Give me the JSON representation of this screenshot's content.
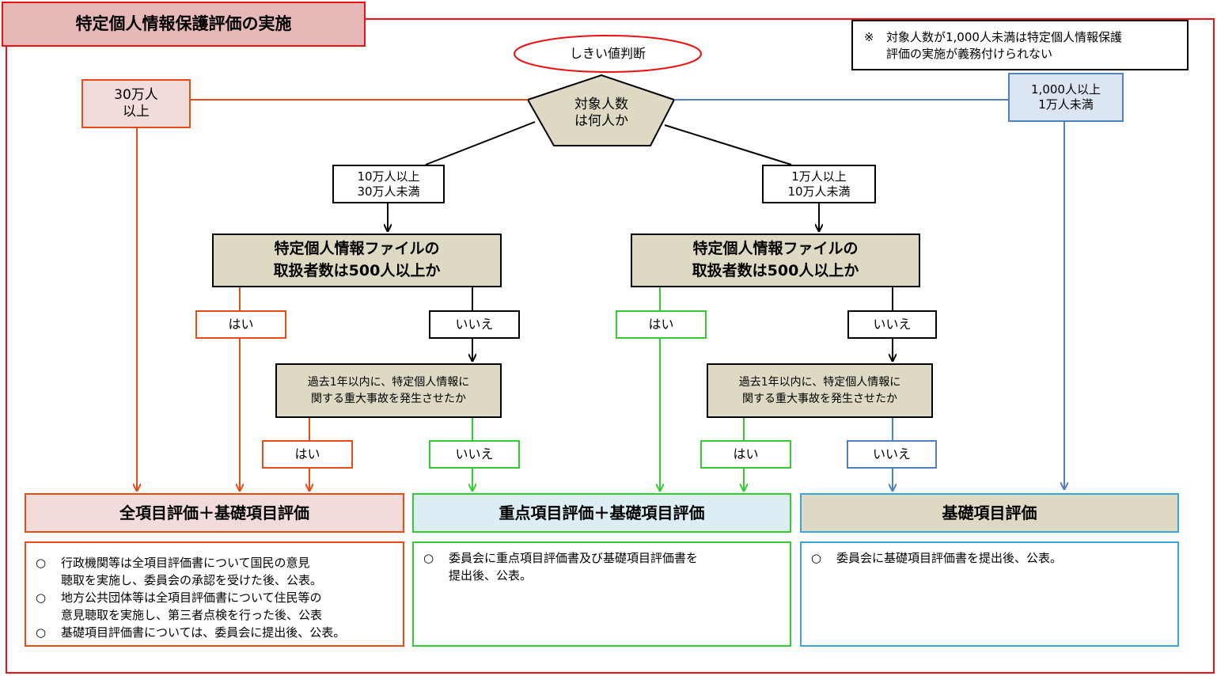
{
  "title": "特定個人情報保護評価の実施",
  "threshold_label": "しきい値判断",
  "start_question": [
    "対象人数",
    "は何人か"
  ],
  "note": {
    "mark": "※",
    "text": [
      "対象人数が1,000人未満は特定個人情報保護",
      "評価の実施が義務付けられない"
    ]
  },
  "ranges": {
    "over_300k": [
      "30万人",
      "以上"
    ],
    "r100k_300k": [
      "10万人以上",
      "30万人未満"
    ],
    "r10k_100k": [
      "1万人以上",
      "10万人未満"
    ],
    "r1k_10k": [
      "1,000人以上",
      "1万人未満"
    ]
  },
  "question_handlers": [
    "特定個人情報ファイルの",
    "取扱者数は500人以上か"
  ],
  "question_incident": [
    "過去1年以内に、特定個人情報に",
    "関する重大事故を発生させたか"
  ],
  "answers": {
    "yes": "はい",
    "no": "いいえ"
  },
  "results": {
    "full": "全項目評価＋基礎項目評価",
    "priority": "重点項目評価＋基礎項目評価",
    "basic": "基礎項目評価"
  },
  "descriptions": {
    "mark": "○",
    "full": [
      [
        "行政機関等は全項目評価書について国民の意見",
        "聴取を実施し、委員会の承認を受けた後、公表。"
      ],
      [
        "地方公共団体等は全項目評価書について住民等の",
        "意見聴取を実施し、第三者点検を行った後、公表"
      ],
      [
        "基礎項目評価書については、委員会に提出後、公表。"
      ]
    ],
    "priority": [
      [
        "委員会に重点項目評価書及び基礎項目評価書を",
        "提出後、公表。"
      ]
    ],
    "basic": [
      [
        "委員会に基礎項目評価書を提出後、公表。"
      ]
    ]
  },
  "colors": {
    "frame": "#ee1111",
    "red_path": "#ea4a14",
    "green_path": "#33cc33",
    "blue_path": "#4f81bd",
    "result_basic_border": "#3aa6e0",
    "question_fill": "#ddd9c3",
    "title_fill": "#e6b9b8"
  }
}
